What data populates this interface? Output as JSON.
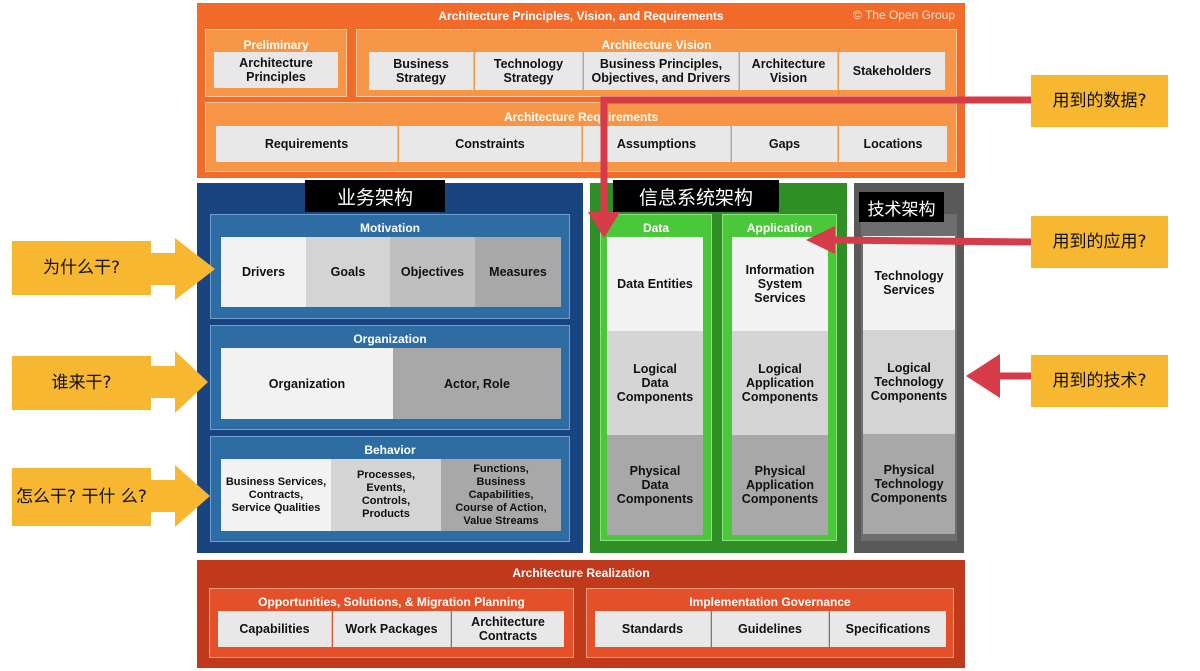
{
  "top": {
    "title": "Architecture Principles, Vision, and Requirements",
    "copyright": "© The Open Group",
    "preliminary": {
      "title": "Preliminary",
      "item": "Architecture\nPrinciples"
    },
    "vision": {
      "title": "Architecture Vision",
      "items": [
        "Business\nStrategy",
        "Technology\nStrategy",
        "Business Principles,\nObjectives, and Drivers",
        "Architecture\nVision",
        "Stakeholders"
      ]
    },
    "requirements": {
      "title": "Architecture Requirements",
      "items": [
        "Requirements",
        "Constraints",
        "Assumptions",
        "Gaps",
        "Locations"
      ]
    }
  },
  "business": {
    "label": "业务架构",
    "motivation": {
      "title": "Motivation",
      "items": [
        "Drivers",
        "Goals",
        "Objectives",
        "Measures"
      ]
    },
    "organization": {
      "title": "Organization",
      "items": [
        "Organization",
        "Actor, Role"
      ]
    },
    "behavior": {
      "title": "Behavior",
      "items": [
        "Business Services,\nContracts,\nService Qualities",
        "Processes,\nEvents,\nControls,\nProducts",
        "Functions,\nBusiness\nCapabilities,\nCourse of Action,\nValue Streams"
      ]
    }
  },
  "infosys": {
    "label": "信息系统架构",
    "data": {
      "title": "Data",
      "items": [
        "Data Entities",
        "Logical\nData\nComponents",
        "Physical\nData\nComponents"
      ]
    },
    "application": {
      "title": "Application",
      "items": [
        "Information\nSystem\nServices",
        "Logical\nApplication\nComponents",
        "Physical\nApplication\nComponents"
      ]
    }
  },
  "technology": {
    "label": "技术架构",
    "items": [
      "Technology\nServices",
      "Logical\nTechnology\nComponents",
      "Physical\nTechnology\nComponents"
    ]
  },
  "realization": {
    "title": "Architecture Realization",
    "opportunities": {
      "title": "Opportunities, Solutions, & Migration Planning",
      "items": [
        "Capabilities",
        "Work Packages",
        "Architecture\nContracts"
      ]
    },
    "governance": {
      "title": "Implementation Governance",
      "items": [
        "Standards",
        "Guidelines",
        "Specifications"
      ]
    }
  },
  "callouts": {
    "left": [
      "为什么干?",
      "谁来干?",
      "怎么干? 干什\n么?"
    ],
    "right": [
      "用到的数据?",
      "用到的应用?",
      "用到的技术?"
    ]
  },
  "colors": {
    "orange": "#f26b2a",
    "orange_light": "#f79646",
    "blue": "#1a4480",
    "blue_light": "#2e6da4",
    "green": "#2d8f25",
    "green_light": "#4ac83a",
    "gray": "#595959",
    "red": "#c0391b",
    "callout": "#f7b731",
    "arrow_red": "#d63b4a"
  }
}
